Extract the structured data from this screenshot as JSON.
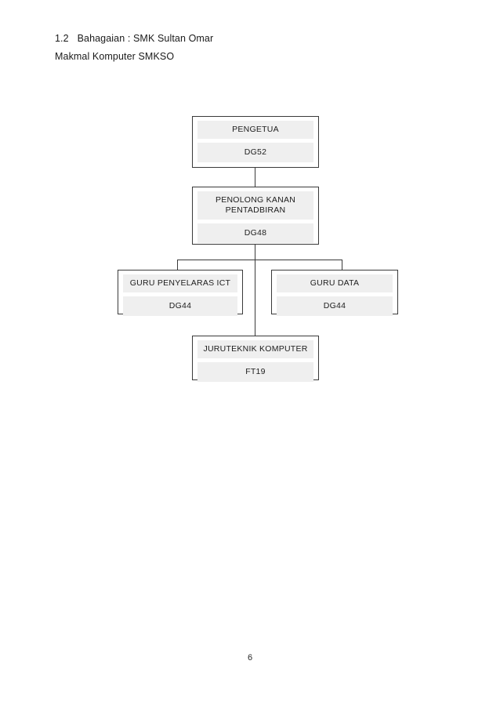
{
  "document": {
    "header": {
      "section_number": "1.2",
      "line_1": "1.2\tBahagaian : SMK Sultan Omar",
      "line_2": "Makmal Komputer SMKSO"
    },
    "page_number": "6"
  },
  "colors": {
    "page_background": "#ffffff",
    "node_border": "#3a3a3a",
    "node_cell_fill": "#efefef",
    "text": "#1a1a1a",
    "connector": "#3a3a3a"
  },
  "chart_data": {
    "type": "diagram",
    "diagram_kind": "organization-chart",
    "title": "Makmal Komputer SMKSO",
    "nodes": [
      {
        "id": "pengetua",
        "title": "PENGETUA",
        "grade": "DG52",
        "level": 0
      },
      {
        "id": "pk-pentadbiran",
        "title": "PENOLONG KANAN\nPENTADBIRAN",
        "grade": "DG48",
        "level": 1
      },
      {
        "id": "guru-ict",
        "title": "GURU PENYELARAS ICT",
        "grade": "DG44",
        "level": 2
      },
      {
        "id": "guru-data",
        "title": "GURU DATA",
        "grade": "DG44",
        "level": 2
      },
      {
        "id": "juruteknik",
        "title": "JURUTEKNIK KOMPUTER",
        "grade": "FT19",
        "level": 3
      }
    ],
    "edges": [
      {
        "from": "pengetua",
        "to": "pk-pentadbiran"
      },
      {
        "from": "pk-pentadbiran",
        "to": "guru-ict"
      },
      {
        "from": "pk-pentadbiran",
        "to": "guru-data"
      },
      {
        "from": "pk-pentadbiran",
        "to": "juruteknik"
      }
    ]
  }
}
